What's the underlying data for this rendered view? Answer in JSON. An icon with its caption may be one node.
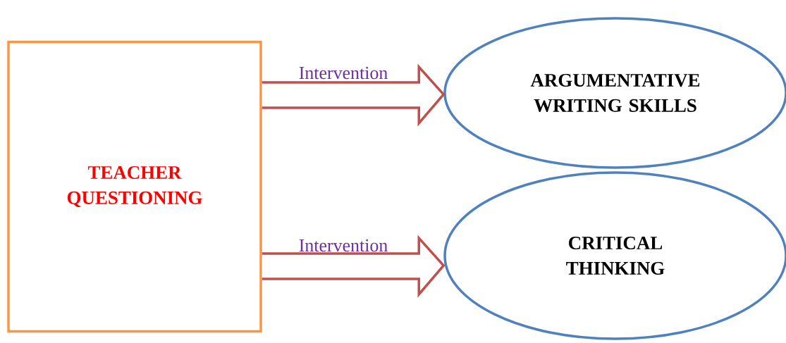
{
  "diagram": {
    "nodes": [
      {
        "text": [
          "TEACHER QUESTIONING"
        ]
      },
      {
        "text": [
          "ARGUMENTATIVE WRITING SKILLS"
        ]
      },
      {
        "text": [
          "CRITICAL THINKING"
        ]
      }
    ],
    "edges": [
      {
        "from": 0,
        "to": 1,
        "arrow": "to",
        "label": "Intervention"
      },
      {
        "from": 0,
        "to": 2,
        "arrow": "to",
        "label": "Intervention"
      }
    ]
  }
}
